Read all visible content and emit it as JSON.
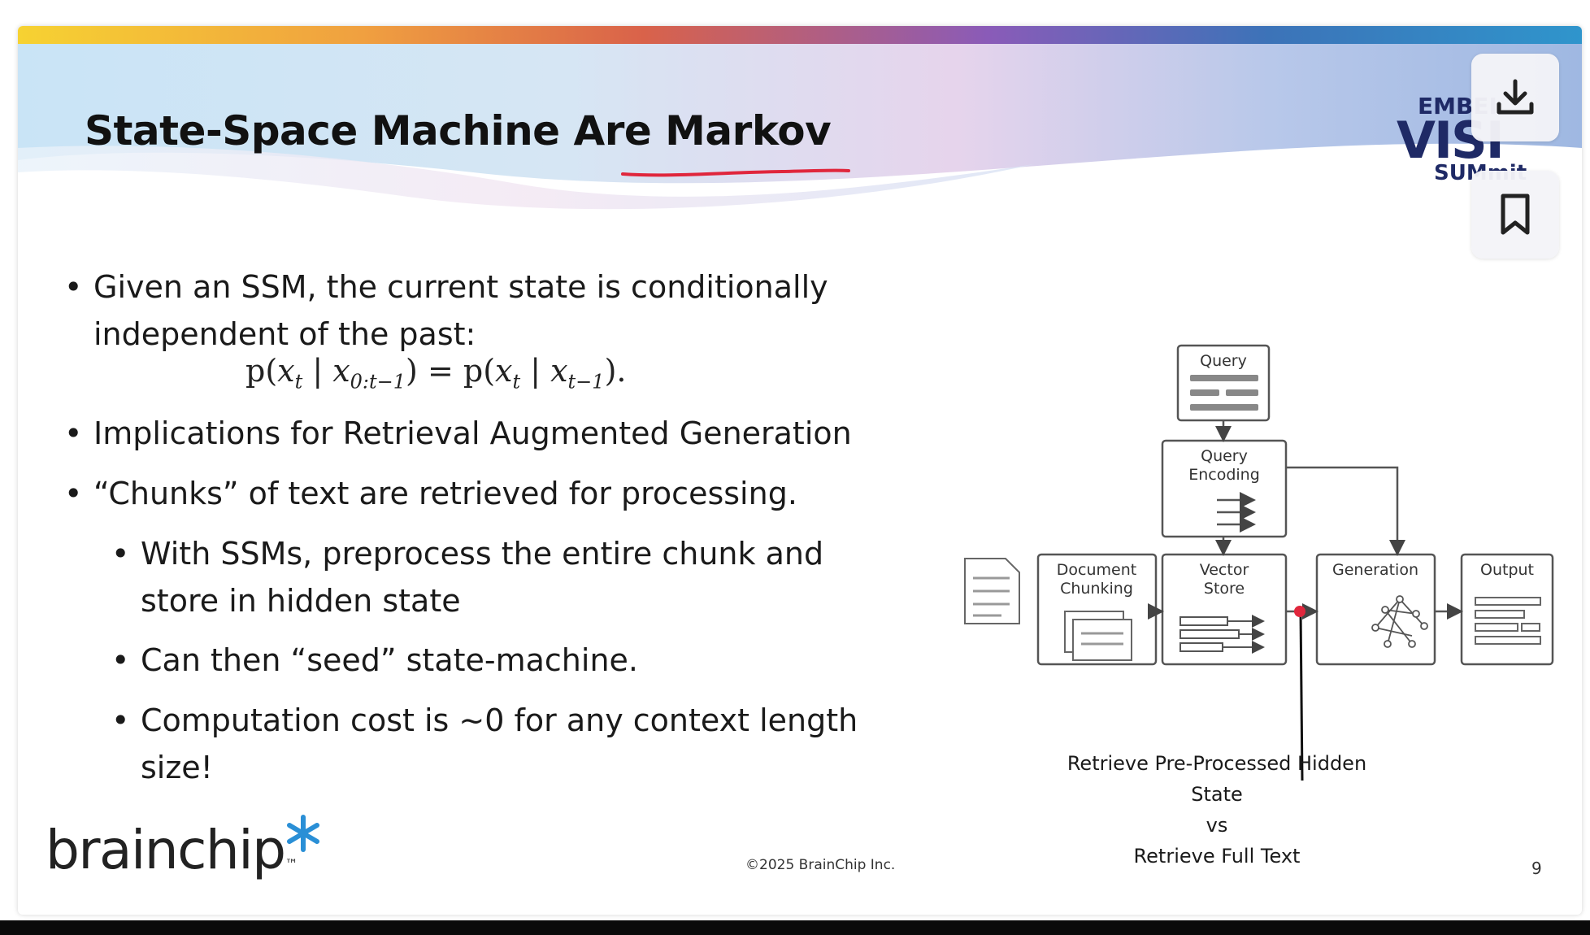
{
  "slide": {
    "title": "State-Space Machine Are Markov",
    "bullets": [
      {
        "text": "Given an SSM, the current state is conditionally",
        "cont": "independent of the past:"
      },
      {
        "text": "Implications for Retrieval Augmented Generation"
      },
      {
        "text": "“Chunks” of text are retrieved for processing."
      }
    ],
    "sub_bullets": [
      {
        "text": "With SSMs, preprocess the entire chunk and",
        "cont": "store in hidden state"
      },
      {
        "text": "Can then “seed” state-machine."
      },
      {
        "text": "Computation cost is ~0 for any context length",
        "cont": "size!"
      }
    ],
    "bullet_glyph": "•",
    "formula": {
      "lhs_p": "p(",
      "lhs_x": "x",
      "lhs_sub": "t",
      "bar": " | ",
      "lhs_x2": "x",
      "lhs_sub2": "0:t−1",
      "close": ")",
      "equals": " = ",
      "rhs_p": "p(",
      "rhs_x": "x",
      "rhs_sub": "t",
      "rhs_x2": "x",
      "rhs_sub2": "t−1",
      "end": ")."
    },
    "event_logo": {
      "line1": "EMBEI",
      "line2": "VISI",
      "line3": "SUMmit"
    },
    "brand": {
      "name": "brainchip",
      "star": "*",
      "tm": "™"
    },
    "copyright": "©2025 BrainChip Inc.",
    "page_number": "9"
  },
  "diagram": {
    "query": "Query",
    "query_encoding": [
      "Query",
      "Encoding"
    ],
    "document_chunking": [
      "Document",
      "Chunking"
    ],
    "vector_store": [
      "Vector",
      "Store"
    ],
    "generation": "Generation",
    "output": "Output"
  },
  "callout": {
    "line1": "Retrieve Pre-Processed Hidden State",
    "line2": "vs",
    "line3": "Retrieve Full Text"
  },
  "controls": {
    "download_icon": "download-icon",
    "bookmark_icon": "bookmark-icon"
  },
  "colors": {
    "annotation_red": "#e0263c",
    "title": "#111111",
    "logo_navy": "#1f2a66"
  }
}
